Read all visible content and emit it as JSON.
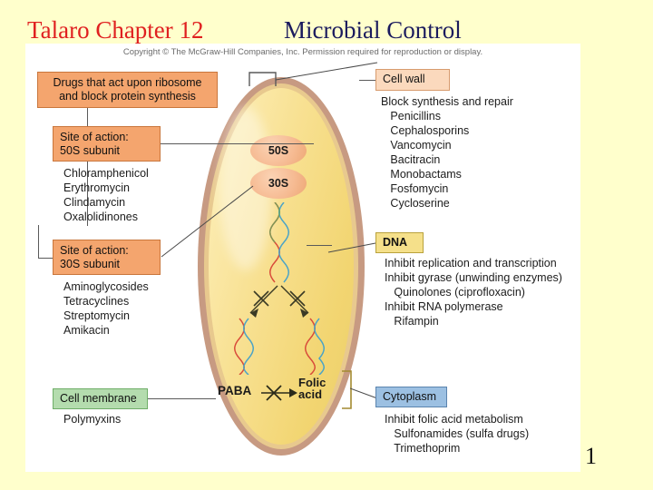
{
  "slide": {
    "background_color": "#ffffcc",
    "page_number": "1",
    "title_left": "Talaro Chapter 12",
    "title_left_color": "#e02020",
    "title_right": "Microbial Control",
    "title_right_color": "#1b1b5e"
  },
  "figure": {
    "copyright": "Copyright © The McGraw-Hill Companies, Inc. Permission required for reproduction or display.",
    "cell": {
      "wall_color": "#c79a82",
      "membrane_color": "#e8c98e",
      "cytoplasm_color": "#f6de8e",
      "ribosomes": [
        {
          "label": "50S",
          "color": "#f6bb93"
        },
        {
          "label": "30S",
          "color": "#f6bb93"
        }
      ],
      "pathway": {
        "substrate": "PABA",
        "product_line1": "Folic",
        "product_line2": "acid",
        "blocked": "X"
      }
    },
    "callouts": {
      "ribosome_header": {
        "line1": "Drugs that act upon ribosome",
        "line2": "and block protein synthesis",
        "color": "#f4a56e"
      },
      "site_50s": {
        "line1": "Site of action:",
        "line2": "50S subunit",
        "color": "#f4a56e",
        "drugs": "Chloramphenicol\nErythromycin\nClindamycin\nOxalolidinones"
      },
      "site_30s": {
        "line1": "Site of action:",
        "line2": "30S subunit",
        "color": "#f4a56e",
        "drugs": "Aminoglycosides\nTetracyclines\nStreptomycin\nAmikacin"
      },
      "cell_membrane": {
        "label": "Cell membrane",
        "color": "#b4dcae",
        "drugs": "Polymyxins"
      },
      "cell_wall": {
        "label": "Cell wall",
        "color": "#fbd9bd",
        "drugs": "Block synthesis and repair\n   Penicillins\n   Cephalosporins\n   Vancomycin\n   Bacitracin\n   Monobactams\n   Fosfomycin\n   Cycloserine"
      },
      "dna": {
        "label": "DNA",
        "color": "#f5e08a",
        "drugs": "Inhibit replication and transcription\nInhibit gyrase (unwinding enzymes)\n   Quinolones (ciprofloxacin)\nInhibit RNA polymerase\n   Rifampin"
      },
      "cytoplasm": {
        "label": "Cytoplasm",
        "color": "#9cc0e2",
        "drugs": "Inhibit folic acid metabolism\n   Sulfonamides (sulfa drugs)\n   Trimethoprim"
      }
    }
  }
}
